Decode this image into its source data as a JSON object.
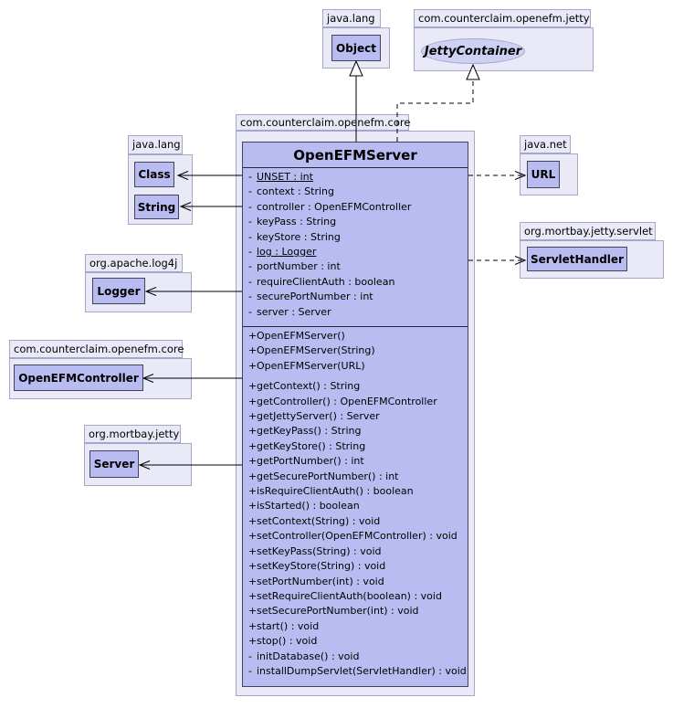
{
  "packages": {
    "java_lang_top": "java.lang",
    "jetty": "com.counterclaim.openefm.jetty",
    "core_main": "com.counterclaim.openefm.core",
    "java_lang_left": "java.lang",
    "log4j": "org.apache.log4j",
    "core_left": "com.counterclaim.openefm.core",
    "mortbay": "org.mortbay.jetty",
    "java_net": "java.net",
    "servlet": "org.mortbay.jetty.servlet"
  },
  "classes": {
    "object": "Object",
    "jetty_container": "JettyContainer",
    "class": "Class",
    "string": "String",
    "logger": "Logger",
    "controller": "OpenEFMController",
    "server": "Server",
    "url": "URL",
    "servlet_handler": "ServletHandler"
  },
  "main_class": {
    "name": "OpenEFMServer",
    "fields": [
      {
        "vis": "-",
        "sig": "UNSET : int",
        "static": true
      },
      {
        "vis": "-",
        "sig": "context : String",
        "static": false
      },
      {
        "vis": "-",
        "sig": "controller : OpenEFMController",
        "static": false
      },
      {
        "vis": "-",
        "sig": "keyPass : String",
        "static": false
      },
      {
        "vis": "-",
        "sig": "keyStore : String",
        "static": false
      },
      {
        "vis": "-",
        "sig": "log : Logger",
        "static": true
      },
      {
        "vis": "-",
        "sig": "portNumber : int",
        "static": false
      },
      {
        "vis": "-",
        "sig": "requireClientAuth : boolean",
        "static": false
      },
      {
        "vis": "-",
        "sig": "securePortNumber : int",
        "static": false
      },
      {
        "vis": "-",
        "sig": "server : Server",
        "static": false
      }
    ],
    "constructors": [
      {
        "vis": "+",
        "sig": "OpenEFMServer()",
        "static": false
      },
      {
        "vis": "+",
        "sig": "OpenEFMServer(String)",
        "static": false
      },
      {
        "vis": "+",
        "sig": "OpenEFMServer(URL)",
        "static": false
      }
    ],
    "operations": [
      {
        "vis": "+",
        "sig": "getContext() : String",
        "static": false
      },
      {
        "vis": "+",
        "sig": "getController() : OpenEFMController",
        "static": false
      },
      {
        "vis": "+",
        "sig": "getJettyServer() : Server",
        "static": false
      },
      {
        "vis": "+",
        "sig": "getKeyPass() : String",
        "static": false
      },
      {
        "vis": "+",
        "sig": "getKeyStore() : String",
        "static": false
      },
      {
        "vis": "+",
        "sig": "getPortNumber() : int",
        "static": false
      },
      {
        "vis": "+",
        "sig": "getSecurePortNumber() : int",
        "static": false
      },
      {
        "vis": "+",
        "sig": "isRequireClientAuth() : boolean",
        "static": false
      },
      {
        "vis": "+",
        "sig": "isStarted() : boolean",
        "static": false
      },
      {
        "vis": "+",
        "sig": "setContext(String) : void",
        "static": false
      },
      {
        "vis": "+",
        "sig": "setController(OpenEFMController) : void",
        "static": false
      },
      {
        "vis": "+",
        "sig": "setKeyPass(String) : void",
        "static": false
      },
      {
        "vis": "+",
        "sig": "setKeyStore(String) : void",
        "static": false
      },
      {
        "vis": "+",
        "sig": "setPortNumber(int) : void",
        "static": false
      },
      {
        "vis": "+",
        "sig": "setRequireClientAuth(boolean) : void",
        "static": false
      },
      {
        "vis": "+",
        "sig": "setSecurePortNumber(int) : void",
        "static": false
      },
      {
        "vis": "+",
        "sig": "start() : void",
        "static": false
      },
      {
        "vis": "+",
        "sig": "stop() : void",
        "static": false
      },
      {
        "vis": "-",
        "sig": "initDatabase() : void",
        "static": false
      },
      {
        "vis": "-",
        "sig": "installDumpServlet(ServletHandler) : void",
        "static": false
      }
    ]
  },
  "relations": [
    {
      "from": "OpenEFMServer",
      "to": "Object",
      "type": "generalization",
      "line": "solid"
    },
    {
      "from": "OpenEFMServer",
      "to": "JettyContainer",
      "type": "realization",
      "line": "dashed"
    },
    {
      "from": "OpenEFMServer",
      "to": "Class",
      "type": "association",
      "line": "solid"
    },
    {
      "from": "OpenEFMServer",
      "to": "String",
      "type": "association",
      "line": "solid"
    },
    {
      "from": "OpenEFMServer",
      "to": "Logger",
      "type": "association",
      "line": "solid"
    },
    {
      "from": "OpenEFMServer",
      "to": "OpenEFMController",
      "type": "association",
      "line": "solid"
    },
    {
      "from": "OpenEFMServer",
      "to": "Server",
      "type": "association",
      "line": "solid"
    },
    {
      "from": "OpenEFMServer",
      "to": "URL",
      "type": "dependency",
      "line": "dashed"
    },
    {
      "from": "OpenEFMServer",
      "to": "ServletHandler",
      "type": "dependency",
      "line": "dashed"
    }
  ],
  "colors": {
    "package_fill": "#e9e9f8",
    "package_border": "#a6a6c6",
    "class_fill": "#b9bcf1",
    "class_border": "#43435e",
    "ellipse_fill": "#ced0f4"
  }
}
